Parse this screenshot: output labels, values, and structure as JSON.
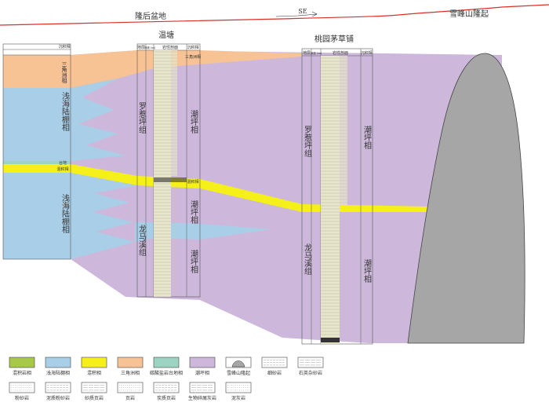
{
  "header": {
    "left_region": "隆后盆地",
    "right_region": "雪峰山隆起",
    "direction": "SE"
  },
  "sections": {
    "left": {
      "column_header": "沉积相",
      "facies": [
        "三角洲相",
        "浅海陆棚相",
        "台地",
        "混积相",
        "浅海陆棚相"
      ]
    },
    "wentang": {
      "title": "温塘",
      "headers": [
        "地层",
        "深度 (m)",
        "岩性剖面",
        "沉积相"
      ],
      "formations": [
        "罗惹坪组",
        "龙马溪组"
      ],
      "facies": [
        "三角洲相",
        "潮坪相",
        "混积相",
        "潮坪相",
        "潮坪相"
      ]
    },
    "taoyuan": {
      "title": "桃园茅草铺",
      "headers": [
        "地层",
        "深度 (m)",
        "岩性剖面",
        "沉积相"
      ],
      "formations": [
        "罗惹坪组",
        "龙马溪组"
      ],
      "facies": [
        "潮坪相",
        "潮坪相"
      ]
    }
  },
  "legend": [
    {
      "label": "混积岩相",
      "type": "swatch",
      "color": "#a8c84a"
    },
    {
      "label": "浅海陆棚相",
      "type": "swatch",
      "color": "#a9cfe8"
    },
    {
      "label": "混积相",
      "type": "swatch",
      "color": "#f5f01a"
    },
    {
      "label": "三角洲相",
      "type": "swatch",
      "color": "#f7c394"
    },
    {
      "label": "碳酸盐岩台地相",
      "type": "swatch",
      "color": "#9dd3c3"
    },
    {
      "label": "潮坪相",
      "type": "swatch",
      "color": "#cdb8dc"
    },
    {
      "label": "雪峰山隆起",
      "type": "mountain",
      "color": "#a6a6a6"
    },
    {
      "label": "细砂岩",
      "type": "pattern",
      "color": "#ffffff"
    },
    {
      "label": "石英杂砂岩",
      "type": "pattern",
      "color": "#ffffff"
    },
    {
      "label": "粉砂岩",
      "type": "pattern",
      "color": "#ffffff"
    },
    {
      "label": "泥质粉砂岩",
      "type": "pattern",
      "color": "#ffffff"
    },
    {
      "label": "砂质页岩",
      "type": "pattern",
      "color": "#ffffff"
    },
    {
      "label": "页岩",
      "type": "pattern",
      "color": "#ffffff"
    },
    {
      "label": "炭质页岩",
      "type": "pattern",
      "color": "#ffffff"
    },
    {
      "label": "生物碎屑灰岩",
      "type": "pattern",
      "color": "#ffffff"
    },
    {
      "label": "泥灰岩",
      "type": "pattern",
      "color": "#ffffff"
    }
  ],
  "colors": {
    "tidal": "#cdb8dc",
    "shelf": "#a9cfe8",
    "delta": "#f7c394",
    "mixed": "#f5f01a",
    "platform": "#9dd3c3",
    "mountain": "#a6a6a6",
    "topline": "#d9302a"
  }
}
